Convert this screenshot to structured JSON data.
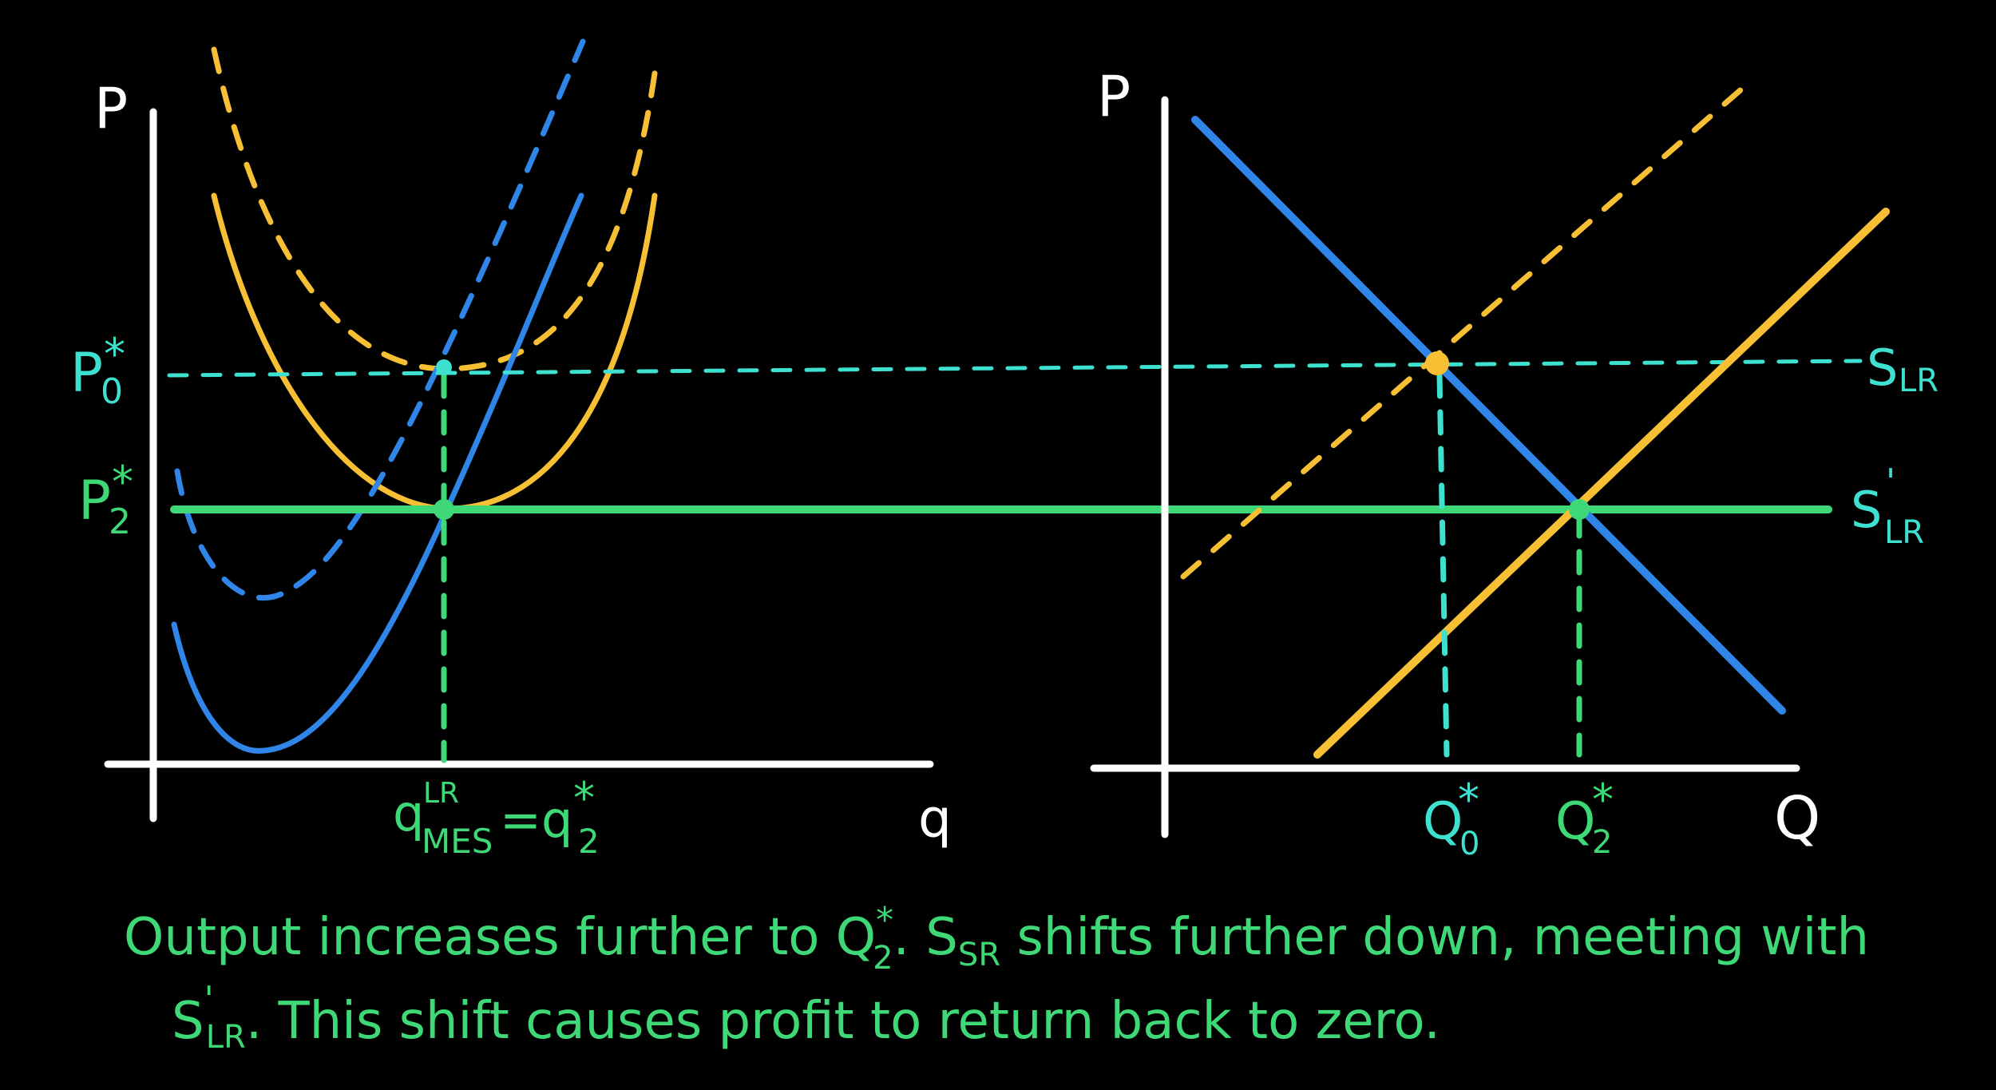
{
  "colors": {
    "background": "#000000",
    "axes": "#ffffff",
    "blue": "#2f86e8",
    "yellow": "#f7c034",
    "teal": "#3ee0cf",
    "green": "#3fd877"
  },
  "firm_graph": {
    "y_axis_label": "P",
    "x_axis_label": "q",
    "price_label_top": "P",
    "price_label_top_sub": "0",
    "price_label_top_sup": "*",
    "price_label_bottom": "P",
    "price_label_bottom_sub": "2",
    "price_label_bottom_sup": "*",
    "quantity_label_main": "q",
    "quantity_label_sup": "LR",
    "quantity_label_sub": "MES",
    "quantity_label_eq": "=q",
    "quantity_label_eq_sub": "2",
    "quantity_label_eq_sup": "*"
  },
  "market_graph": {
    "y_axis_label": "P",
    "x_axis_label": "Q",
    "supply_lr_label": "S",
    "supply_lr_sub": "LR",
    "supply_lr2_label": "S",
    "supply_lr2_sup": "'",
    "supply_lr2_sub": "LR",
    "q0_label": "Q",
    "q0_sub": "0",
    "q0_sup": "*",
    "q2_label": "Q",
    "q2_sub": "2",
    "q2_sup": "*"
  },
  "caption": {
    "line1_a": "Output increases further to Q",
    "line1_a_sub": "2",
    "line1_a_sup": "*",
    "line1_b": ". S",
    "line1_b_sub": "SR",
    "line1_c": " shifts further down, meeting with",
    "line2_a": "S",
    "line2_a_sup": "'",
    "line2_a_sub": "LR",
    "line2_b": ". This shift causes profit to return back to zero."
  }
}
